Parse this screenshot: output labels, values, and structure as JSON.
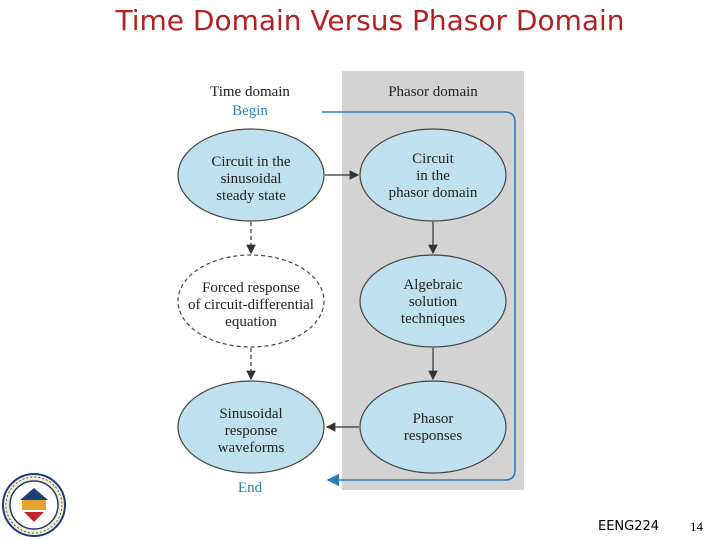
{
  "title": "Time Domain Versus Phasor Domain",
  "headers": {
    "time_domain": "Time domain",
    "phasor_domain": "Phasor domain"
  },
  "begin_label": "Begin",
  "end_label": "End",
  "nodes": {
    "circuit_steady_state": [
      "Circuit in the",
      "sinusoidal",
      "steady state"
    ],
    "circuit_phasor": [
      "Circuit",
      "in the",
      "phasor domain"
    ],
    "forced_response": [
      "Forced response",
      "of circuit-differential",
      "equation"
    ],
    "algebraic": [
      "Algebraic",
      "solution",
      "techniques"
    ],
    "sinusoidal_waveforms": [
      "Sinusoidal",
      "response",
      "waveforms"
    ],
    "phasor_responses": [
      "Phasor",
      "responses"
    ]
  },
  "footer": {
    "course": "EENG224",
    "page": "14"
  },
  "colors": {
    "title": "#b22222",
    "node_fill": "#bfe0ee",
    "panel": "#d3d3d3",
    "flow_line": "#2a7fba"
  },
  "icons": {
    "logo": "university-seal-icon"
  }
}
